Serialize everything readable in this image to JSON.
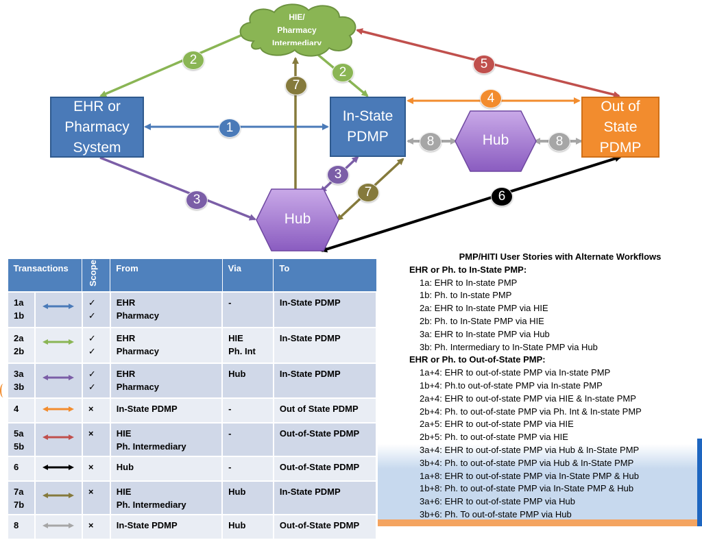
{
  "diagram": {
    "nodes": {
      "ehr": "EHR or\nPharmacy\nSystem",
      "instate": "In-State\nPDMP",
      "outstate": "Out of\nState\nPDMP",
      "hub_right": "Hub",
      "hub_bottom": "Hub",
      "hie": "HIE/\nPharmacy\nIntermediary"
    },
    "badges": {
      "b1": "1",
      "b2a": "2",
      "b2b": "2",
      "b3a": "3",
      "b3b": "3",
      "b4": "4",
      "b5": "5",
      "b6": "6",
      "b7a": "7",
      "b7b": "7",
      "b8a": "8",
      "b8b": "8"
    },
    "colors": {
      "blue": "#4a7ab8",
      "green": "#8ab554",
      "purple": "#7b5ea7",
      "orange": "#f28c2e",
      "red": "#c0504d",
      "black": "#000000",
      "olive": "#857a3c",
      "gray": "#a6a6a6"
    }
  },
  "table": {
    "headers": {
      "transactions": "Transactions",
      "scope": "Scope",
      "from": "From",
      "via": "Via",
      "to": "To"
    },
    "rows": [
      {
        "id": "1a\n1b",
        "color": "#4a7ab8",
        "scope": "✓\n✓",
        "from": "EHR\nPharmacy",
        "via": "-",
        "to": "In-State PDMP"
      },
      {
        "id": "2a\n2b",
        "color": "#8ab554",
        "scope": "✓\n✓",
        "from": "EHR\nPharmacy",
        "via": "HIE\nPh. Int",
        "to": "In-State PDMP"
      },
      {
        "id": "3a\n3b",
        "color": "#7b5ea7",
        "scope": "✓\n✓",
        "from": "EHR\nPharmacy",
        "via": "Hub",
        "to": "In-State PDMP"
      },
      {
        "id": "4",
        "color": "#f28c2e",
        "scope": "×",
        "from": "In-State  PDMP",
        "via": "-",
        "to": "Out of State PDMP"
      },
      {
        "id": "5a\n5b",
        "color": "#c0504d",
        "scope": "×",
        "from": "HIE\nPh. Intermediary",
        "via": "-",
        "to": "Out-of-State PDMP"
      },
      {
        "id": "6",
        "color": "#000000",
        "scope": "×",
        "from": "Hub",
        "via": "-",
        "to": "Out-of-State PDMP"
      },
      {
        "id": "7a\n7b",
        "color": "#857a3c",
        "scope": "×",
        "from": "HIE\nPh. Intermediary",
        "via": "Hub",
        "to": "In-State PDMP"
      },
      {
        "id": "8",
        "color": "#a6a6a6",
        "scope": "×",
        "from": "In-State PDMP",
        "via": "Hub",
        "to": "Out-of-State PDMP"
      }
    ]
  },
  "stories": {
    "title": "PMP/HITI User Stories with Alternate Workflows",
    "sections": [
      {
        "heading": "EHR or Ph. to In-State PMP:",
        "items": [
          "1a: EHR to In-state PMP",
          "1b: Ph. to In-state PMP",
          "2a: EHR to In-state PMP via HIE",
          "2b: Ph. to In-State PMP via HIE",
          "3a: EHR to In-state PMP via Hub",
          "3b: Ph. Intermediary to In-State PMP via Hub"
        ]
      },
      {
        "heading": "EHR or Ph. to Out-of-State PMP:",
        "items": [
          "1a+4: EHR to out-of-state PMP via In-state PMP",
          "1b+4: Ph.to out-of-state PMP via In-state PMP",
          "2a+4: EHR to out-of-state PMP via HIE & In-state PMP",
          "2b+4: Ph. to out-of-state PMP via Ph. Int & In-state PMP",
          "2a+5: EHR to out-of-state PMP via HIE",
          "2b+5: Ph. to out-of-state PMP via HIE",
          "3a+4: EHR to out-of-state PMP via Hub & In-State PMP",
          "3b+4: Ph. to out-of-state PMP via Hub & In-State PMP",
          "1a+8: EHR to out-of-state PMP via In-State PMP & Hub",
          "1b+8: Ph. to out-of-state PMP via In-State PMP & Hub",
          "3a+6: EHR to out-of-state PMP via Hub",
          "3b+6:  Ph. To out-of-state PMP via Hub"
        ]
      }
    ]
  }
}
